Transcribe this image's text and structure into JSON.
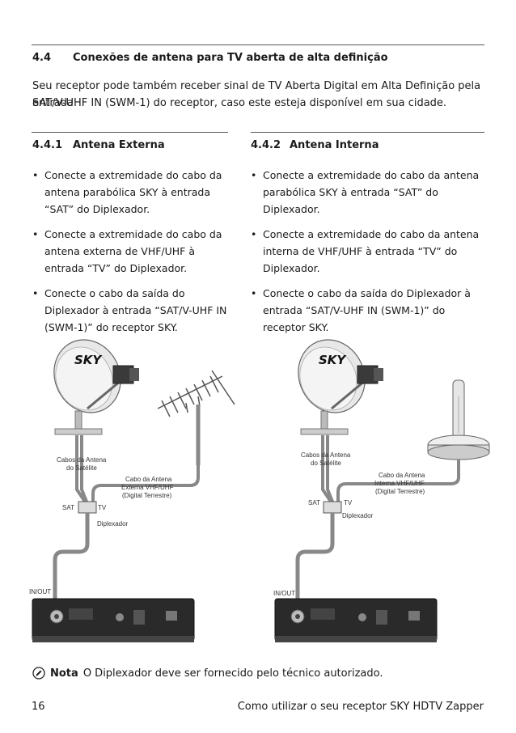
{
  "section": {
    "number": "4.4",
    "title": "Conexões de antena para TV aberta de alta definição",
    "intro_line1": "Seu receptor pode também receber sinal de TV Aberta Digital em Alta Definição pela entrada",
    "intro_line2": "SAT/V-UHF IN (SWM-1) do receptor, caso este esteja disponível em sua cidade."
  },
  "left_col": {
    "number": "4.4.1",
    "title": "Antena Externa",
    "bullets": [
      "Conecte a extremidade do cabo da antena parabólica SKY à entrada “SAT” do Diplexador.",
      "Conecte a extremidade do cabo da antena externa de VHF/UHF à entrada “TV” do  Diplexador.",
      "Conecte o cabo da saída do Diplexador à entrada “SAT/V-UHF IN (SWM-1)” do receptor SKY."
    ]
  },
  "right_col": {
    "number": "4.4.2",
    "title": "Antena Interna",
    "bullets": [
      "Conecte a extremidade do cabo da antena parabólica SKY à entrada “SAT” do Diplexador.",
      "Conecte a extremidade do cabo da antena interna de VHF/UHF à entrada “TV” do Diplexador.",
      "Conecte o cabo da saída do Diplexador à entrada “SAT/V-UHF IN (SWM-1)” do receptor SKY."
    ]
  },
  "diagram_left": {
    "logo": "SKY",
    "sat_cable_l1": "Cabos da Antena",
    "sat_cable_l2": "do Satélite",
    "ext_cable_l1": "Cabo da Antena",
    "ext_cable_l2": "Externa VHF/UHF",
    "ext_cable_l3": "(Digital Terrestre)",
    "sat": "SAT",
    "tv": "TV",
    "diplexer": "Diplexador",
    "inout": "IN/OUT"
  },
  "diagram_right": {
    "logo": "SKY",
    "sat_cable_l1": "Cabos da Antena",
    "sat_cable_l2": "do Satélite",
    "int_cable_l1": "Cabo da Antena",
    "int_cable_l2": "Interna VHF/UHF",
    "int_cable_l3": "(Digital Terrestre)",
    "sat": "SAT",
    "tv": "TV",
    "diplexer": "Diplexador",
    "inout": "IN/OUT"
  },
  "note": {
    "label": "Nota",
    "text": "O Diplexador deve ser fornecido pelo técnico autorizado.",
    "icon": "note-pencil-icon"
  },
  "footer": {
    "page_number": "16",
    "title": "Como utilizar o seu receptor SKY HDTV Zapper"
  }
}
